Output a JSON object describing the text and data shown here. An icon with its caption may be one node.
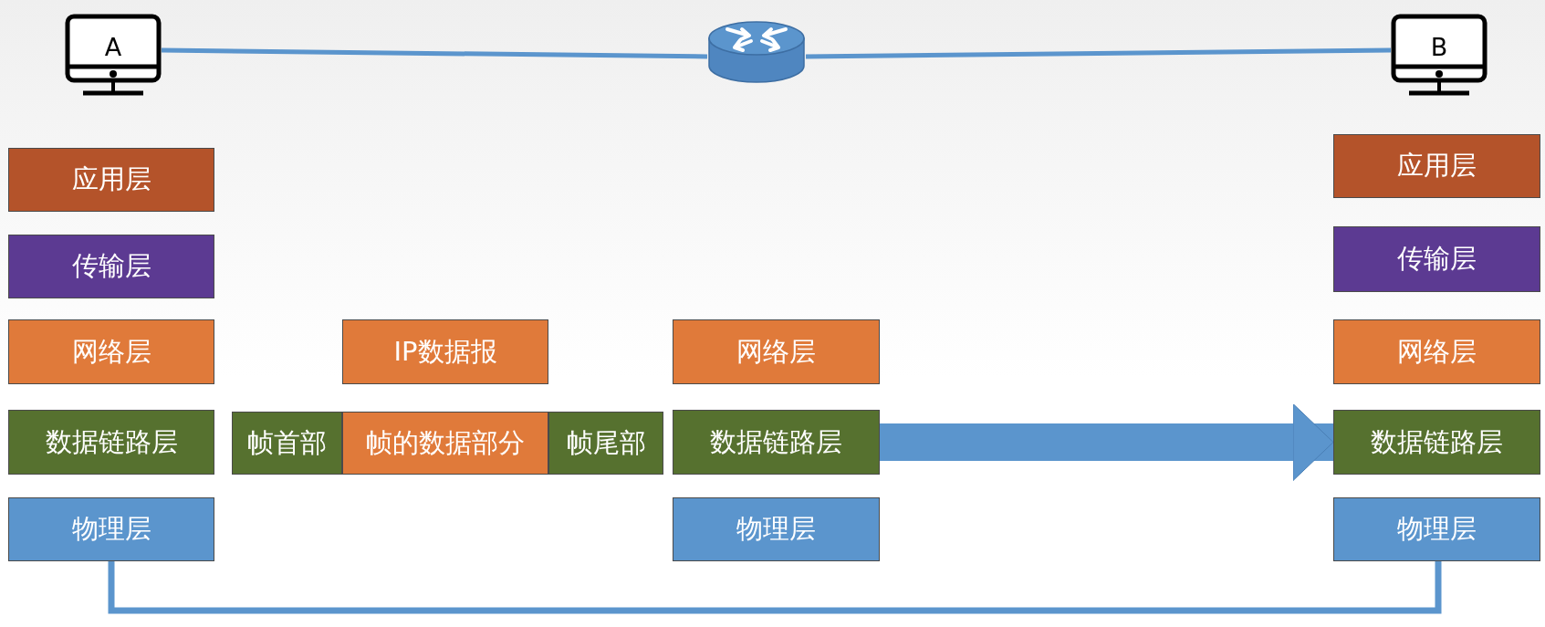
{
  "diagram": {
    "nodes": [
      {
        "text": [
          "A"
        ]
      },
      {
        "text": [],
        "shape": "cylinder"
      },
      {
        "text": [
          "B"
        ]
      },
      {
        "text": [
          "应用层"
        ]
      },
      {
        "text": [
          "传输层"
        ]
      },
      {
        "text": [
          "网络层"
        ]
      },
      {
        "text": [
          "数据链路层"
        ]
      },
      {
        "text": [
          "物理层"
        ]
      },
      {
        "text": [
          "IP数据报"
        ]
      },
      {
        "text": [
          "帧首部"
        ]
      },
      {
        "text": [
          "帧的数据部分"
        ]
      },
      {
        "text": [
          "帧尾部"
        ]
      },
      {
        "text": [
          "网络层"
        ]
      },
      {
        "text": [
          "数据链路层"
        ]
      },
      {
        "text": [
          "物理层"
        ]
      },
      {
        "text": [
          "应用层"
        ]
      },
      {
        "text": [
          "传输层"
        ]
      },
      {
        "text": [
          "网络层"
        ]
      },
      {
        "text": [
          "数据链路层"
        ]
      },
      {
        "text": [
          "物理层"
        ]
      }
    ],
    "edges": [
      {
        "from": 0,
        "to": 1,
        "arrow": "none"
      },
      {
        "from": 1,
        "to": 2,
        "arrow": "none"
      },
      {
        "from": 13,
        "to": 18,
        "arrow": "to",
        "style": "thick"
      },
      {
        "from": 7,
        "to": 19,
        "arrow": "none"
      }
    ]
  }
}
